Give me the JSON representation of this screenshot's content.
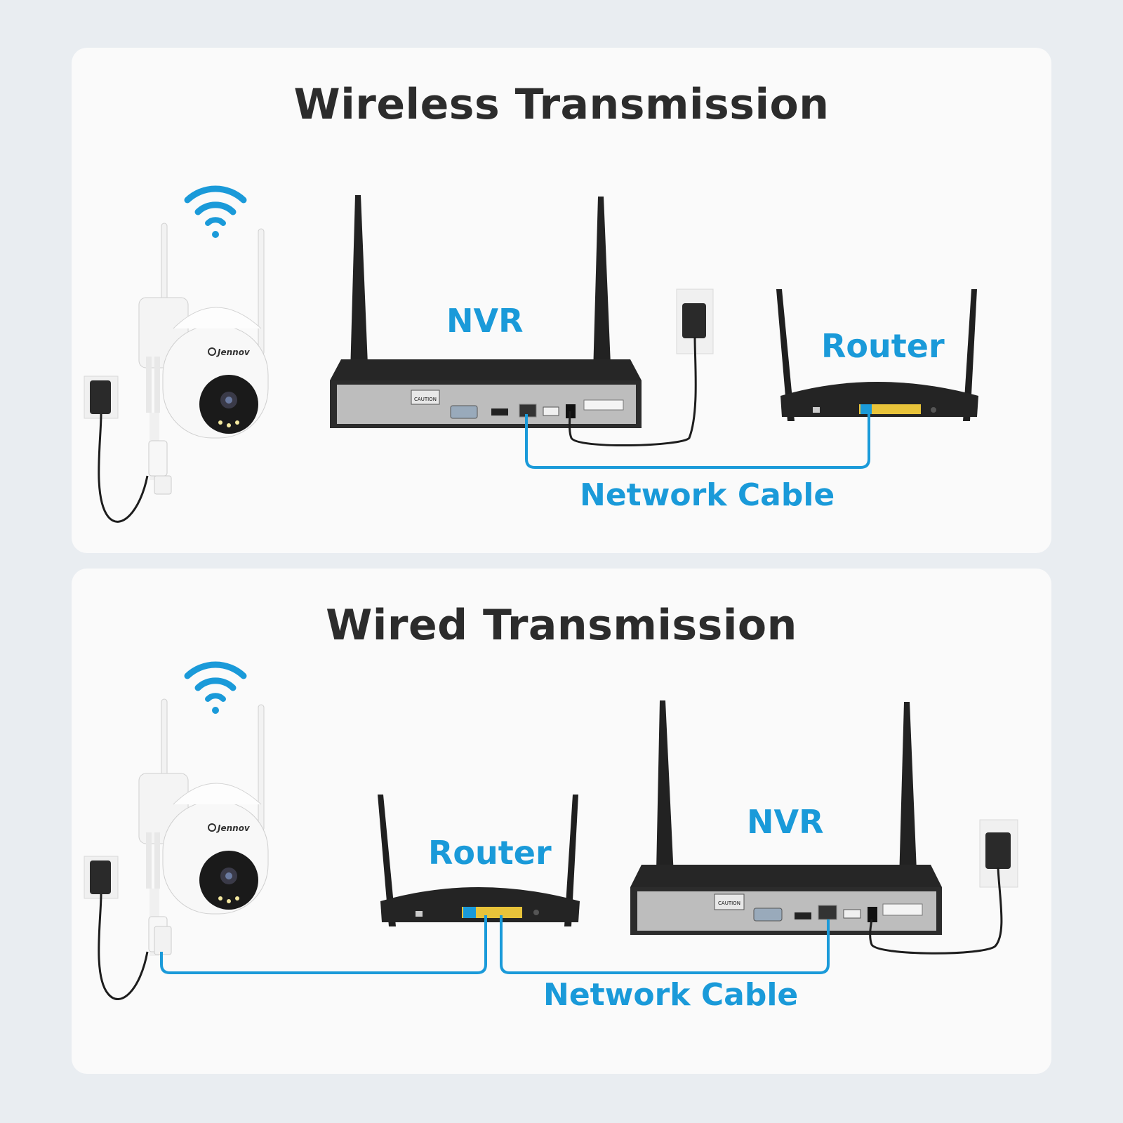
{
  "colors": {
    "accent_blue": "#1a9ad9",
    "title": "#2c2c2c",
    "panel_bg": "#fafafa",
    "page_bg": "#e9edf1",
    "device_black": "#1f1f1f",
    "port_yellow": "#e8c33a"
  },
  "icons": [
    "wifi-icon",
    "camera",
    "power-adapter",
    "nvr",
    "router"
  ],
  "wireless": {
    "title": "Wireless Transmission",
    "nvr_label": "NVR",
    "router_label": "Router",
    "cable_label": "Network Cable",
    "camera_brand": "Jennov",
    "caution_text": "CAUTION"
  },
  "wired": {
    "title": "Wired Transmission",
    "nvr_label": "NVR",
    "router_label": "Router",
    "cable_label": "Network Cable",
    "camera_brand": "Jennov",
    "caution_text": "CAUTION"
  }
}
